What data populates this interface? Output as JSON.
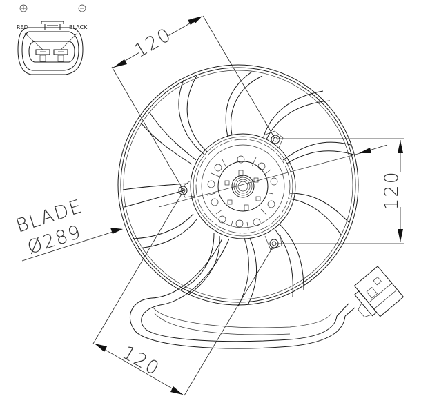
{
  "drawing": {
    "subject": "Radiator cooling fan with motor and connector",
    "connector": {
      "pins": [
        {
          "label": "RED",
          "polarity": "+",
          "symbol": "⊕"
        },
        {
          "label": "BLACK",
          "polarity": "-",
          "symbol": "⊖"
        }
      ]
    },
    "dimensions": {
      "top_mount_spacing": "120",
      "right_mount_spacing": "120",
      "bottom_mount_spacing": "120",
      "blade_label": "BLADE",
      "blade_diameter": "Ø289"
    },
    "fan": {
      "blade_count": 11,
      "mounting_points": 3
    }
  }
}
